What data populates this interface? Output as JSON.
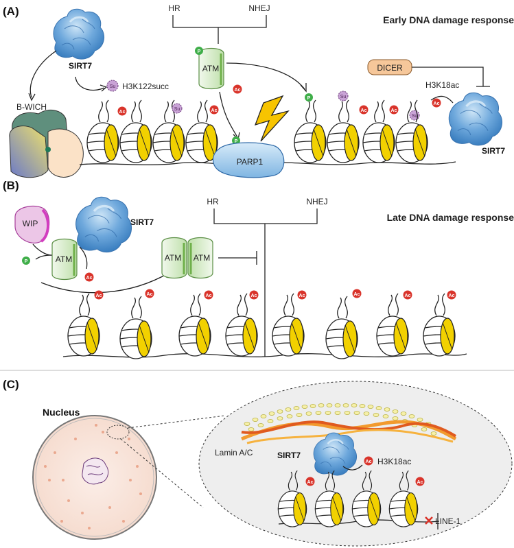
{
  "panels": {
    "a": {
      "label": "(A)",
      "title": "Early DNA damage response",
      "sirt7_left": "SIRT7",
      "sirt7_right": "SIRT7",
      "hr": "HR",
      "nhej": "NHEJ",
      "atm": "ATM",
      "bwich": "B-WICH",
      "h3k122succ": "H3K122succ",
      "h3k18ac": "H3K18ac",
      "dicer": "DICER",
      "parp1": "PARP1"
    },
    "b": {
      "label": "(B)",
      "title": "Late DNA damage response",
      "sirt7": "SIRT7",
      "wip": "WIP",
      "hr": "HR",
      "nhej": "NHEJ",
      "atm": "ATM",
      "atm_dimer_left": "ATM",
      "atm_dimer_right": "ATM"
    },
    "c": {
      "label": "(C)",
      "nucleus": "Nucleus",
      "lamin": "Lamin A/C",
      "sirt7": "SIRT7",
      "h3k18ac": "H3K18ac",
      "line1": "LINE-1"
    }
  },
  "marks": {
    "ac": "Ac",
    "p": "P",
    "su": "Su"
  },
  "colors": {
    "sirt7_blue": "#5b9bd5",
    "atm_green": "#c8e6b8",
    "nucleosome_yellow": "#f2d100",
    "ac_red": "#d9342b",
    "p_green": "#3fae49",
    "su_purple": "#c9a3d6",
    "dicer_orange": "#f6c79a",
    "wip_pink": "#e8b7e3",
    "lamin_orange": "#f08a24"
  }
}
